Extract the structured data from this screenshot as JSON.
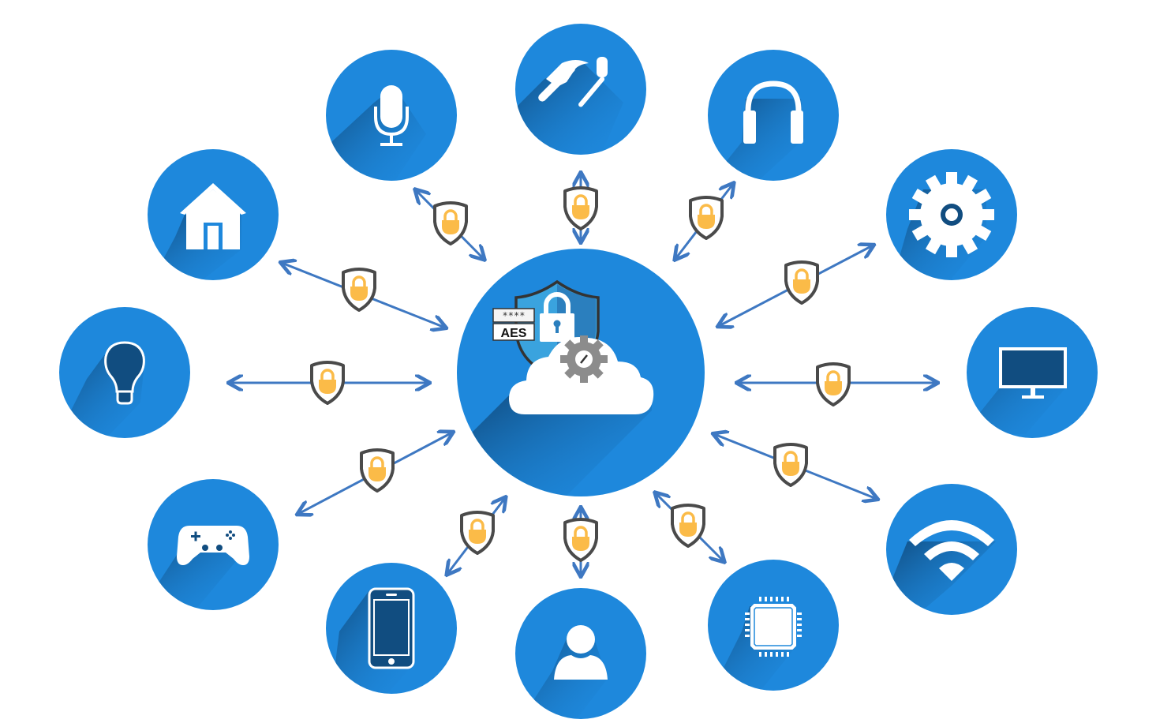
{
  "diagram": {
    "type": "hub-and-spoke",
    "description": "Secure cloud hub connected to IoT devices via encrypted bidirectional links",
    "colors": {
      "node_fill": "#1e88dc",
      "node_shadow": "#114d80",
      "arrow": "#3e78c2",
      "shield_outline": "#4a4a4a",
      "shield_fill": "#ffffff",
      "lock": "#fbbb48",
      "icon": "#ffffff",
      "hub_shield_light": "#3aa3de",
      "hub_shield_dark": "#2b7fbe",
      "hub_gear": "#8c8c8c"
    },
    "hub": {
      "name": "secure-cloud",
      "icon": "cloud-shield-lock-gear-icon",
      "badge_stars": "****",
      "badge_label": "AES"
    },
    "nodes": [
      {
        "name": "tools",
        "icon": "hammer-screwdriver-icon"
      },
      {
        "name": "microphone",
        "icon": "microphone-icon"
      },
      {
        "name": "headphones",
        "icon": "headphones-icon"
      },
      {
        "name": "home",
        "icon": "home-icon"
      },
      {
        "name": "settings",
        "icon": "gear-icon"
      },
      {
        "name": "light-bulb",
        "icon": "light-bulb-icon"
      },
      {
        "name": "monitor",
        "icon": "monitor-icon"
      },
      {
        "name": "gamepad",
        "icon": "gamepad-icon"
      },
      {
        "name": "wifi",
        "icon": "wifi-icon"
      },
      {
        "name": "smartphone",
        "icon": "smartphone-icon"
      },
      {
        "name": "user",
        "icon": "user-icon"
      },
      {
        "name": "chip",
        "icon": "cpu-chip-icon"
      }
    ],
    "links": [
      {
        "from": "secure-cloud",
        "to": "microphone",
        "direction": "bidirectional",
        "security": "encrypted-lock"
      },
      {
        "from": "secure-cloud",
        "to": "tools",
        "direction": "bidirectional",
        "security": "encrypted-lock"
      },
      {
        "from": "secure-cloud",
        "to": "headphones",
        "direction": "bidirectional",
        "security": "encrypted-lock"
      },
      {
        "from": "secure-cloud",
        "to": "home",
        "direction": "bidirectional",
        "security": "encrypted-lock"
      },
      {
        "from": "secure-cloud",
        "to": "settings",
        "direction": "bidirectional",
        "security": "encrypted-lock"
      },
      {
        "from": "secure-cloud",
        "to": "light-bulb",
        "direction": "bidirectional",
        "security": "encrypted-lock"
      },
      {
        "from": "secure-cloud",
        "to": "monitor",
        "direction": "bidirectional",
        "security": "encrypted-lock"
      },
      {
        "from": "secure-cloud",
        "to": "gamepad",
        "direction": "bidirectional",
        "security": "encrypted-lock"
      },
      {
        "from": "secure-cloud",
        "to": "wifi",
        "direction": "bidirectional",
        "security": "encrypted-lock"
      },
      {
        "from": "secure-cloud",
        "to": "smartphone",
        "direction": "bidirectional",
        "security": "encrypted-lock"
      },
      {
        "from": "secure-cloud",
        "to": "user",
        "direction": "bidirectional",
        "security": "encrypted-lock"
      },
      {
        "from": "secure-cloud",
        "to": "chip",
        "direction": "bidirectional",
        "security": "encrypted-lock"
      }
    ]
  }
}
